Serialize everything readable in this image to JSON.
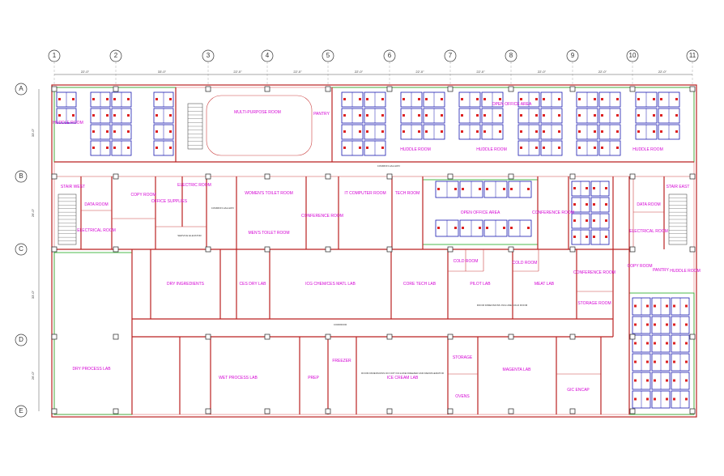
{
  "grid": {
    "columns": [
      "1",
      "2",
      "3",
      "4",
      "5",
      "6",
      "7",
      "8",
      "9",
      "10",
      "11"
    ],
    "rows": [
      "A",
      "B",
      "C",
      "D",
      "E"
    ],
    "col_dims": [
      "22'-0\"",
      "33'-0\"",
      "22'-0\"",
      "22'-0\"",
      "22'-0\"",
      "22'-0\"",
      "22'-0\"",
      "22'-0\"",
      "22'-0\"",
      "22'-0\""
    ],
    "row_dims": [
      "33'-0\"",
      "26'-0\"",
      "33'-0\"",
      "26'-0\""
    ]
  },
  "rooms": {
    "huddle_nw": "HUDDLE ROOM",
    "multipurpose": "MULTI-PURPOSE ROOM",
    "pantry_n": "PANTRY",
    "open_office_n": "OPEN OFFICE AREA",
    "huddle_n1": "HUDDLE ROOM",
    "huddle_n2": "HUDDLE ROOM",
    "huddle_ne": "HUDDLE ROOM",
    "common_hallway_n": "COMMON HALLWAY",
    "stair_west": "STAIR WEST",
    "data_room_w": "DATA ROOM",
    "electrical_w": "ELECTRICAL ROOM",
    "copy_room_w": "COPY ROOM",
    "office_supplies": "OFFICE SUPPLIES",
    "electric_room": "ELECTRIC ROOM",
    "common_hallway_w": "COMMON HALLWAY",
    "service_elevator": "SERVICE ELEVATOR",
    "womens_toilet": "WOMEN'S TOILET ROOM",
    "mens_toilet": "MEN'S TOILET ROOM",
    "conference_w": "CONFERENCE ROOM",
    "it_computer": "IT COMPUTER ROOM",
    "tech_room": "TECH ROOM",
    "open_office_c": "OPEN OFFICE AREA",
    "conference_e": "CONFERENCE ROOM",
    "data_room_e": "DATA ROOM",
    "electrical_e": "ELECTRICAL ROOM",
    "stair_east": "STAIR EAST",
    "dry_ingredients": "DRY INGREDIENTS",
    "ces_dry_lab": "CES DRY LAB",
    "ice_chem": "ICG CHEM/CES MATL LAB",
    "core_tech": "CORE TECH LAB",
    "pilot_lab": "PILOT LAB",
    "meat_lab": "MEAT LAB",
    "conference_se": "CONFERENCE ROOM",
    "storage_e": "STORAGE ROOM",
    "cold_room_1": "COLD ROOM",
    "cold_room_2": "COLD ROOM",
    "copy_room_e": "COPY ROOM",
    "pantry_e": "PANTRY",
    "huddle_e": "HUDDLE ROOM",
    "corridor": "CORRIDOR",
    "dry_process": "DRY PROCESS LAB",
    "wet_process": "WET PROCESS LAB",
    "prep": "PREP",
    "ice_cream": "ICE CREAM LAB",
    "freezer": "FREEZER",
    "storage_s": "STORAGE",
    "ovens": "OVENS",
    "magenta_lab": "MAGENTA LAB",
    "gic_encap": "GIC ENCAP"
  },
  "notes": {
    "cold_room_note": "ROOM DIMENSIONS INCLUDE COLD ROOM",
    "freezer_note": "ROOM DIMENSIONS DO NOT INCLUDE FREEZER AND REFRIGERATOR"
  }
}
